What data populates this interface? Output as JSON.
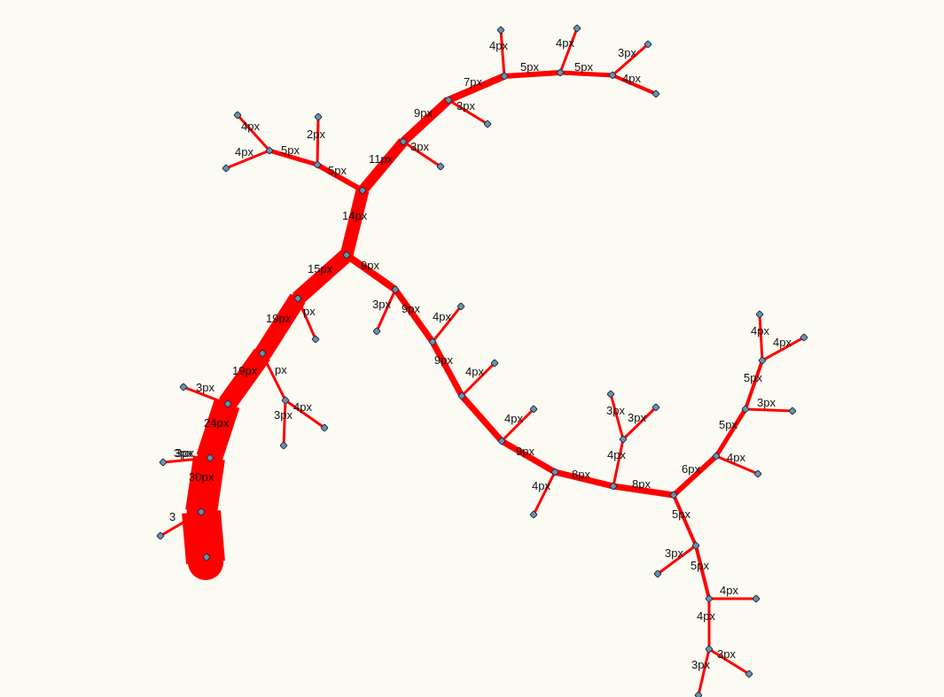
{
  "colors": {
    "background": "#fcfbf3",
    "branch": "#ff0000",
    "node": "#6f8fae"
  },
  "diagram": {
    "type": "tree-width-diagram",
    "segment_width_labels": [
      "4px",
      "4px",
      "3px",
      "5px",
      "5px",
      "4px",
      "7px",
      "3px",
      "9px",
      "3px",
      "11px",
      "4px",
      "2px",
      "4px",
      "5px",
      "5px",
      "14px",
      "15px",
      "9px",
      "px",
      "19px",
      "px",
      "19px",
      "3px",
      "3px",
      "4px",
      "24px",
      "3px",
      "30px",
      "3",
      "3px",
      "9px",
      "4px",
      "9px",
      "4px",
      "3px",
      "4px",
      "9px",
      "4px",
      "8px",
      "3px",
      "3px",
      "4px",
      "8px",
      "4px",
      "4px",
      "5px",
      "3px",
      "5px",
      "4px",
      "6px",
      "5px",
      "3px",
      "5px",
      "4px",
      "4px",
      "3px",
      "3px"
    ]
  }
}
